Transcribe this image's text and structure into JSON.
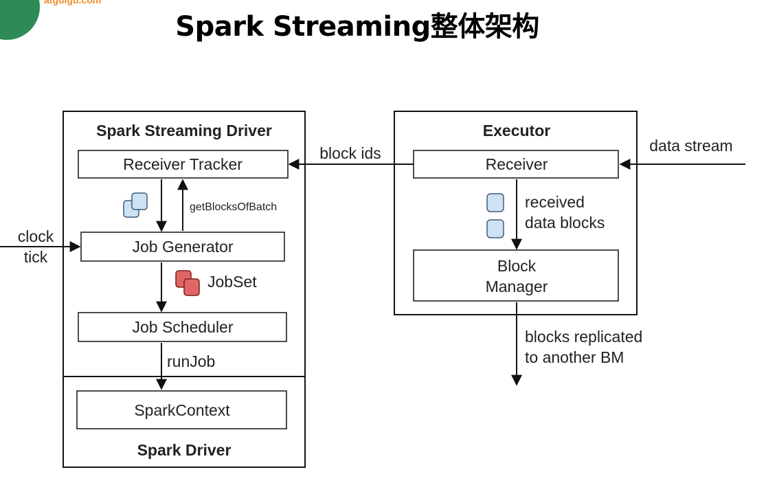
{
  "header": {
    "title": "Spark Streaming整体架构",
    "logo_text": "atguigu.com"
  },
  "diagram": {
    "driver": {
      "title": "Spark Streaming Driver",
      "receiver_tracker": "Receiver Tracker",
      "get_blocks_label": "getBlocksOfBatch",
      "job_generator": "Job Generator",
      "jobset_label": "JobSet",
      "job_scheduler": "Job Scheduler",
      "run_job_label": "runJob",
      "spark_context": "SparkContext",
      "spark_driver_label": "Spark Driver"
    },
    "executor": {
      "title": "Executor",
      "receiver": "Receiver",
      "received_blocks_line1": "received",
      "received_blocks_line2": "data blocks",
      "block_manager_line1": "Block",
      "block_manager_line2": "Manager"
    },
    "flows": {
      "block_ids": "block ids",
      "data_stream": "data stream",
      "clock_line1": "clock",
      "clock_line2": "tick",
      "replicated_line1": "blocks replicated",
      "replicated_line2": "to another BM"
    },
    "colors": {
      "block_fill": "#cfe2f3",
      "block_stroke": "#3d5a80",
      "jobset_fill": "#e06666",
      "jobset_stroke": "#7a1f1f",
      "logo_green": "#2e8b57",
      "logo_orange": "#f28c28"
    }
  }
}
